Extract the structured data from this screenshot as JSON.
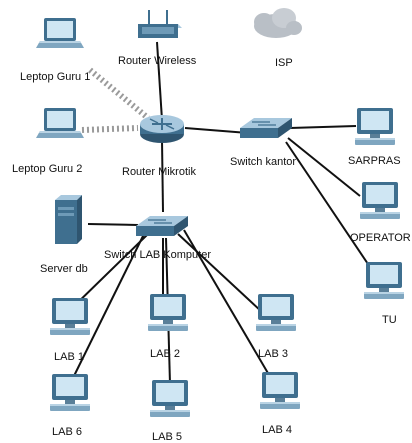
{
  "colors": {
    "link": "#111111",
    "wireless": "#9a9a9a",
    "device_body": "#3f6f8f",
    "device_top": "#a8c8de",
    "screen": "#cfe6f3",
    "cloud": "#b9bfc6"
  },
  "nodes": {
    "router_wireless": {
      "label": "Router Wireless",
      "icon": "wireless-router-icon"
    },
    "isp": {
      "label": "ISP",
      "icon": "cloud-icon"
    },
    "laptop_guru_1": {
      "label": "Leptop Guru 1",
      "icon": "laptop-icon"
    },
    "laptop_guru_2": {
      "label": "Leptop Guru 2",
      "icon": "laptop-icon"
    },
    "router_mikrotik": {
      "label": "Router Mikrotik",
      "icon": "router-icon"
    },
    "switch_kantor": {
      "label": "Switch kantor",
      "icon": "switch-icon"
    },
    "sarpras": {
      "label": "SARPRAS",
      "icon": "pc-icon"
    },
    "operator": {
      "label": "OPERATOR",
      "icon": "pc-icon"
    },
    "tu": {
      "label": "TU",
      "icon": "pc-icon"
    },
    "server_db": {
      "label": "Server db",
      "icon": "server-icon"
    },
    "switch_lab": {
      "label": "Switch LAB Komputer",
      "icon": "switch-icon"
    },
    "lab1": {
      "label": "LAB 1",
      "icon": "pc-icon"
    },
    "lab2": {
      "label": "LAB 2",
      "icon": "pc-icon"
    },
    "lab3": {
      "label": "LAB 3",
      "icon": "pc-icon"
    },
    "lab4": {
      "label": "LAB 4",
      "icon": "pc-icon"
    },
    "lab5": {
      "label": "LAB 5",
      "icon": "pc-icon"
    },
    "lab6": {
      "label": "LAB 6",
      "icon": "pc-icon"
    }
  }
}
